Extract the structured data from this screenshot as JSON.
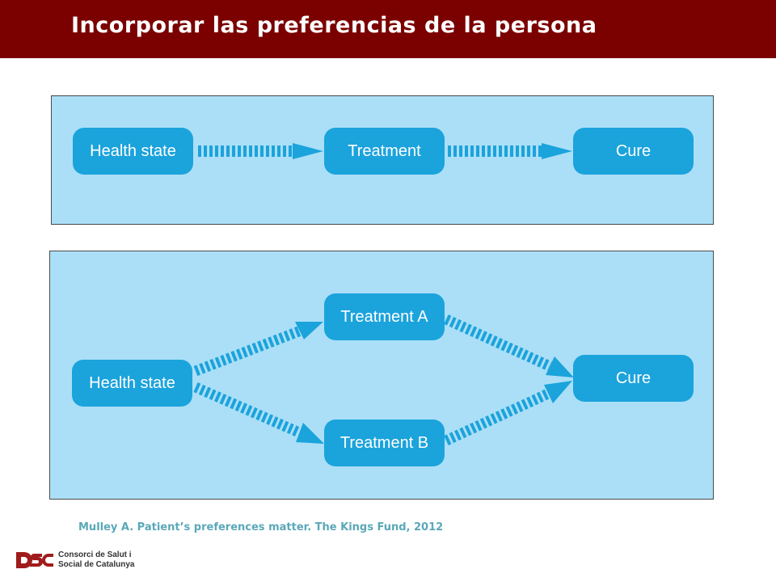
{
  "header": {
    "title": "Incorporar las preferencias de la persona"
  },
  "diagram_top": {
    "nodes": [
      "Health state",
      "Treatment",
      "Cure"
    ]
  },
  "diagram_bottom": {
    "nodes": [
      "Health state",
      "Treatment A",
      "Treatment B",
      "Cure"
    ]
  },
  "citation": "Mulley A. Patient’s preferences matter. The Kings Fund, 2012",
  "footer": {
    "logo_line1": "Consorci de Salut i",
    "logo_line2": "Social de Catalunya"
  },
  "colors": {
    "header": "#7b0000",
    "panel": "#abdff7",
    "node": "#1ba3dc",
    "arrow": "#1ba3dc",
    "logo": "#a01c1c"
  }
}
